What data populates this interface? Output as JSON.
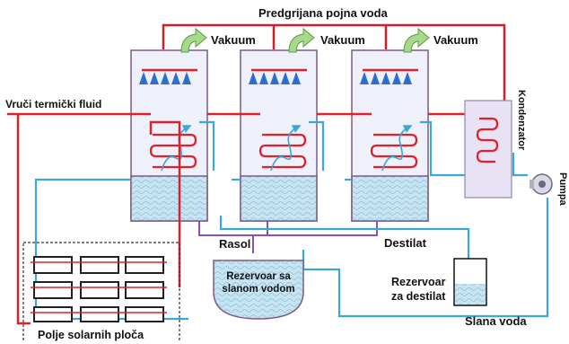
{
  "labels": {
    "preheated_feed": "Predgrijana pojna voda",
    "vacuum_1": "Vakuum",
    "vacuum_2": "Vakuum",
    "vacuum_3": "Vakuum",
    "hot_fluid": "Vruči termički fluid",
    "condenser": "Kondenzator",
    "pump": "Pumpa",
    "brine": "Rasol",
    "distillate": "Destilat",
    "brine_tank_line1": "Rezervoar sa",
    "brine_tank_line2": "slanom vodom",
    "distillate_tank_line1": "Rezervoar",
    "distillate_tank_line2": "za destilat",
    "seawater": "Slana voda",
    "solar_field": "Polje solarnih ploča"
  },
  "colors": {
    "hot_line": "#e0202a",
    "cool_line": "#3aa7d8",
    "brine_line": "#8a4fb0",
    "feed_line": "#d21f2a",
    "vessel_fill": "#e8ecf8",
    "vessel_border": "#7c5b86",
    "water_fill": "#b9dff0",
    "arrow_green": "#86c56a",
    "nozzle_blue": "#2c6fcf"
  },
  "icons": {
    "vapor": "curved-arrow-icon",
    "spray": "spray-nozzle-icon",
    "pump": "pump-icon"
  }
}
